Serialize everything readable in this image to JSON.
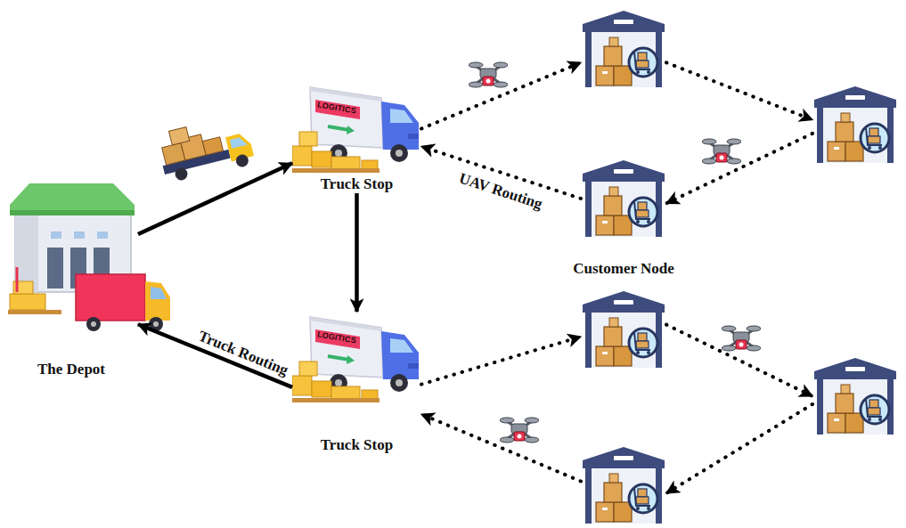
{
  "diagram": {
    "nodes": [
      {
        "text": [
          "The Depot"
        ]
      },
      {
        "text": [
          "Truck Stop"
        ]
      },
      {
        "text": [
          "Truck Stop"
        ]
      },
      {
        "text": []
      },
      {
        "text": []
      },
      {
        "text": [
          "Customer Node"
        ]
      },
      {
        "text": []
      },
      {
        "text": []
      },
      {
        "text": []
      }
    ],
    "edges": [
      {
        "from": 0,
        "to": 1,
        "arrow": "to"
      },
      {
        "from": 1,
        "to": 2,
        "arrow": "to"
      },
      {
        "from": 2,
        "to": 0,
        "label": "Truck Routing",
        "arrow": "to"
      },
      {
        "from": 1,
        "to": 3,
        "arrow": "to"
      },
      {
        "from": 3,
        "to": 4,
        "arrow": "to"
      },
      {
        "from": 4,
        "to": 5,
        "arrow": "to"
      },
      {
        "from": 5,
        "to": 1,
        "label": "UAV Routing",
        "arrow": "to"
      },
      {
        "from": 2,
        "to": 6,
        "arrow": "to"
      },
      {
        "from": 6,
        "to": 7,
        "arrow": "to"
      },
      {
        "from": 7,
        "to": 8,
        "arrow": "to"
      },
      {
        "from": 8,
        "to": 2,
        "arrow": "to"
      }
    ],
    "labels": [
      "LOGITICS",
      "LOGITICS"
    ]
  }
}
